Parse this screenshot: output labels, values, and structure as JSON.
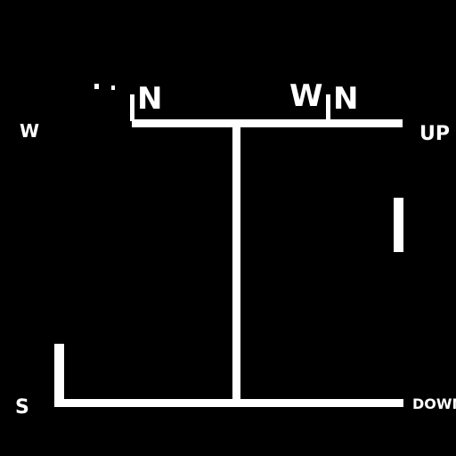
{
  "labels": {
    "top_left_n": "N",
    "top_right_w": "W",
    "top_right_n": "N",
    "left_w": "W",
    "up": "UP",
    "start": "S",
    "down": "DOWN"
  },
  "colors": {
    "background": "#000000",
    "foreground": "#ffffff"
  }
}
